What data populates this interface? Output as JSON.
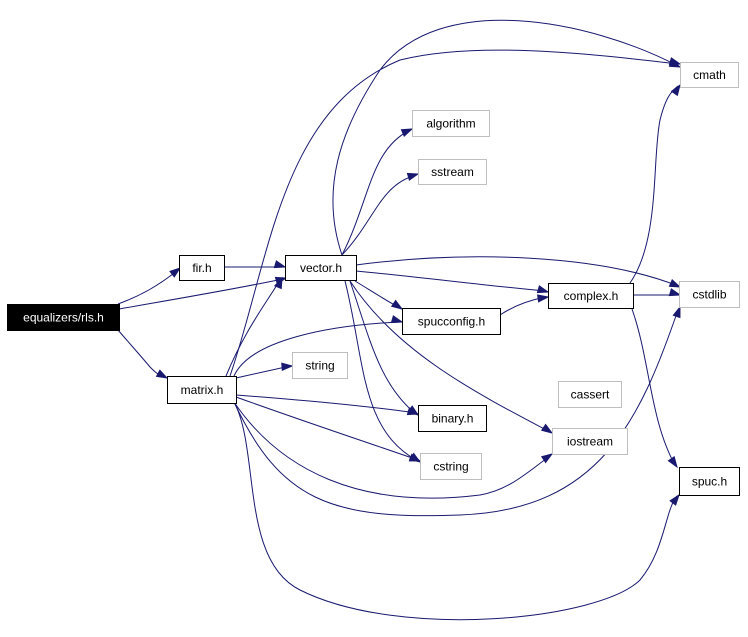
{
  "nodes": {
    "rls": {
      "label": "equalizers/rls.h",
      "fill": "#000000",
      "stroke": "#000000",
      "text": "#ffffff"
    },
    "fir": {
      "label": "fir.h",
      "fill": "#ffffff",
      "stroke": "#000000",
      "text": "#000000"
    },
    "vector": {
      "label": "vector.h",
      "fill": "#ffffff",
      "stroke": "#000000",
      "text": "#000000"
    },
    "matrix": {
      "label": "matrix.h",
      "fill": "#ffffff",
      "stroke": "#000000",
      "text": "#000000"
    },
    "spucconfig": {
      "label": "spucconfig.h",
      "fill": "#ffffff",
      "stroke": "#000000",
      "text": "#000000"
    },
    "complex": {
      "label": "complex.h",
      "fill": "#ffffff",
      "stroke": "#000000",
      "text": "#000000"
    },
    "binary": {
      "label": "binary.h",
      "fill": "#ffffff",
      "stroke": "#000000",
      "text": "#000000"
    },
    "spuc": {
      "label": "spuc.h",
      "fill": "#ffffff",
      "stroke": "#000000",
      "text": "#000000"
    },
    "cmath": {
      "label": "cmath",
      "fill": "#ffffff",
      "stroke": "#bfbfbf",
      "text": "#000000"
    },
    "algorithm": {
      "label": "algorithm",
      "fill": "#ffffff",
      "stroke": "#bfbfbf",
      "text": "#000000"
    },
    "sstream": {
      "label": "sstream",
      "fill": "#ffffff",
      "stroke": "#bfbfbf",
      "text": "#000000"
    },
    "cstdlib": {
      "label": "cstdlib",
      "fill": "#ffffff",
      "stroke": "#bfbfbf",
      "text": "#000000"
    },
    "string": {
      "label": "string",
      "fill": "#ffffff",
      "stroke": "#bfbfbf",
      "text": "#000000"
    },
    "cassert": {
      "label": "cassert",
      "fill": "#ffffff",
      "stroke": "#bfbfbf",
      "text": "#000000"
    },
    "iostream": {
      "label": "iostream",
      "fill": "#ffffff",
      "stroke": "#bfbfbf",
      "text": "#000000"
    },
    "cstring": {
      "label": "cstring",
      "fill": "#ffffff",
      "stroke": "#bfbfbf",
      "text": "#000000"
    }
  },
  "edges": [
    {
      "from": "rls",
      "to": "fir"
    },
    {
      "from": "rls",
      "to": "vector"
    },
    {
      "from": "rls",
      "to": "matrix"
    },
    {
      "from": "fir",
      "to": "vector"
    },
    {
      "from": "vector",
      "to": "cmath"
    },
    {
      "from": "vector",
      "to": "algorithm"
    },
    {
      "from": "vector",
      "to": "sstream"
    },
    {
      "from": "vector",
      "to": "complex"
    },
    {
      "from": "vector",
      "to": "cstdlib"
    },
    {
      "from": "vector",
      "to": "spucconfig"
    },
    {
      "from": "vector",
      "to": "binary"
    },
    {
      "from": "vector",
      "to": "iostream"
    },
    {
      "from": "vector",
      "to": "cstring"
    },
    {
      "from": "complex",
      "to": "cmath"
    },
    {
      "from": "complex",
      "to": "cstdlib"
    },
    {
      "from": "complex",
      "to": "spuc"
    },
    {
      "from": "spucconfig",
      "to": "complex"
    },
    {
      "from": "matrix",
      "to": "vector"
    },
    {
      "from": "matrix",
      "to": "cmath"
    },
    {
      "from": "matrix",
      "to": "spucconfig"
    },
    {
      "from": "matrix",
      "to": "string"
    },
    {
      "from": "matrix",
      "to": "binary"
    },
    {
      "from": "matrix",
      "to": "cstring"
    },
    {
      "from": "matrix",
      "to": "iostream"
    },
    {
      "from": "matrix",
      "to": "cstdlib"
    },
    {
      "from": "matrix",
      "to": "spuc"
    },
    {
      "from": "binary",
      "to": "cassert"
    },
    {
      "from": "binary",
      "to": "iostream"
    }
  ],
  "colors": {
    "edge": "#191970",
    "background": "#ffffff"
  }
}
